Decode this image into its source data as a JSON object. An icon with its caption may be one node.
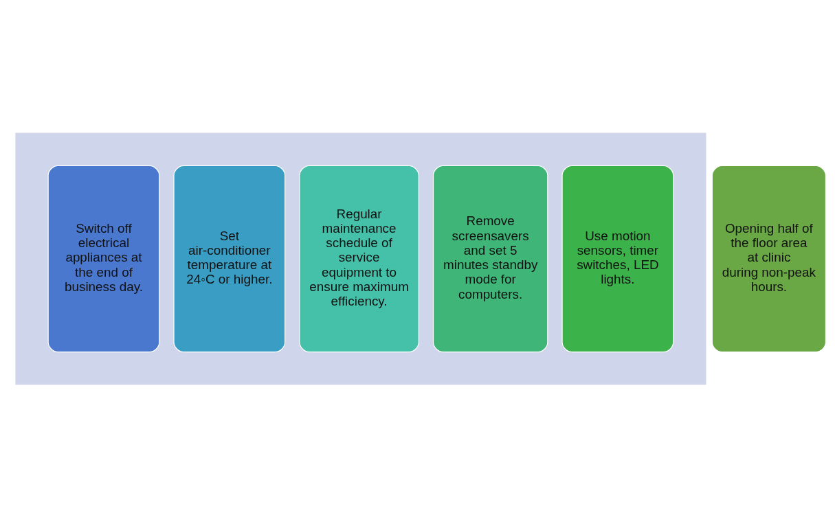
{
  "diagram": {
    "nodes": [
      {
        "text": [],
        "shape": "arrow"
      },
      {
        "text": [
          "Switch off electrical appliances at the end of business day."
        ],
        "in": 0
      },
      {
        "text": [
          "Set air-conditioner temperature at 24◦C or higher."
        ],
        "in": 0
      },
      {
        "text": [
          "Regular maintenance schedule of service equipment to ensure maximum efficiency."
        ],
        "in": 0
      },
      {
        "text": [
          "Remove screensavers and set 5 minutes standby mode for computers."
        ],
        "in": 0
      },
      {
        "text": [
          "Use motion sensors, timer switches, LED lights."
        ],
        "in": 0
      },
      {
        "text": [
          "Opening half of the floor area at clinic during non-peak hours."
        ]
      }
    ],
    "edges": []
  }
}
